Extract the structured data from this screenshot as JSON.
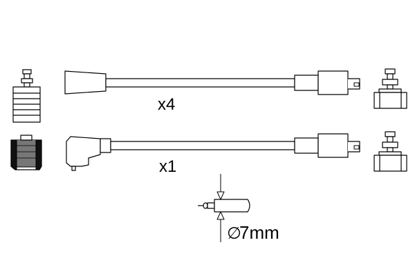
{
  "cable_sets": [
    {
      "quantity_label": "x4"
    },
    {
      "quantity_label": "x1"
    }
  ],
  "cable_diameter": {
    "symbol": "∅",
    "value": "7mm"
  }
}
